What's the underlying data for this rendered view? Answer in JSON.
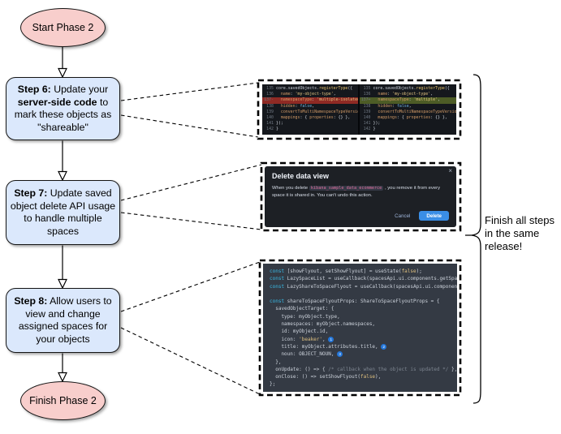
{
  "flowchart": {
    "start": {
      "label": "Start Phase 2"
    },
    "finish": {
      "label": "Finish Phase 2"
    },
    "steps": [
      {
        "runs": [
          {
            "t": "Step 6:",
            "b": true
          },
          {
            "t": " Update your ",
            "b": false
          },
          {
            "t": "server-side code",
            "b": true
          },
          {
            "t": " to mark these objects as \"shareable\"",
            "b": false
          }
        ]
      },
      {
        "runs": [
          {
            "t": "Step 7:",
            "b": true
          },
          {
            "t": " Update saved object delete API usage to handle multiple spaces",
            "b": false
          }
        ]
      },
      {
        "runs": [
          {
            "t": "Step 8:",
            "b": true
          },
          {
            "t": " Allow users to view and change assigned spaces for your objects",
            "b": false
          }
        ]
      }
    ],
    "note_lines": [
      "Finish all steps",
      "in the same",
      "release!"
    ]
  },
  "diff_screenshot": {
    "left": {
      "rows": [
        {
          "num": "135",
          "hl": "",
          "tokens": [
            [
              "core.savedObjects.",
              "pln"
            ],
            [
              "registerType",
              "fn"
            ],
            [
              "({",
              "pln"
            ]
          ]
        },
        {
          "num": "136",
          "hl": "",
          "tokens": [
            [
              "  name",
              "prop"
            ],
            [
              ": ",
              "pln"
            ],
            [
              "'my-object-type'",
              "str"
            ],
            [
              ",",
              "pln"
            ]
          ]
        },
        {
          "num": "137-",
          "hl": "rem",
          "tokens": [
            [
              "  namespaceType",
              "prop"
            ],
            [
              ": ",
              "pln"
            ],
            [
              "'multiple-isolated'",
              "str"
            ],
            [
              ",",
              "pln"
            ]
          ]
        },
        {
          "num": "138",
          "hl": "",
          "tokens": [
            [
              "  hidden",
              "prop"
            ],
            [
              ": ",
              "pln"
            ],
            [
              "false",
              "val"
            ],
            [
              ",",
              "pln"
            ]
          ]
        },
        {
          "num": "139",
          "hl": "",
          "tokens": [
            [
              "  convertToMultiNamespaceTypeVersion:",
              "prop"
            ]
          ]
        },
        {
          "num": "140",
          "hl": "",
          "tokens": [
            [
              "  mappings",
              "prop"
            ],
            [
              ": { ",
              "pln"
            ],
            [
              "properties",
              "prop"
            ],
            [
              ": {} },",
              "pln"
            ]
          ]
        },
        {
          "num": "141",
          "hl": "",
          "tokens": [
            [
              "});",
              "pln"
            ]
          ]
        },
        {
          "num": "142",
          "hl": "",
          "tokens": [
            [
              "}",
              "pln"
            ]
          ]
        }
      ]
    },
    "right": {
      "rows": [
        {
          "num": "135",
          "hl": "",
          "tokens": [
            [
              "core.savedObjects.",
              "pln"
            ],
            [
              "registerType",
              "fn"
            ],
            [
              "({",
              "pln"
            ]
          ]
        },
        {
          "num": "136",
          "hl": "",
          "tokens": [
            [
              "  name",
              "prop"
            ],
            [
              ": ",
              "pln"
            ],
            [
              "'my-object-type'",
              "str"
            ],
            [
              ",",
              "pln"
            ]
          ]
        },
        {
          "num": "137+",
          "hl": "add",
          "tokens": [
            [
              "  namespaceType",
              "prop"
            ],
            [
              ": ",
              "pln"
            ],
            [
              "'multiple'",
              "str"
            ],
            [
              ",",
              "pln"
            ]
          ]
        },
        {
          "num": "138",
          "hl": "",
          "tokens": [
            [
              "  hidden",
              "prop"
            ],
            [
              ": ",
              "pln"
            ],
            [
              "false",
              "val"
            ],
            [
              ",",
              "pln"
            ]
          ]
        },
        {
          "num": "139",
          "hl": "",
          "tokens": [
            [
              "  convertToMultiNamespaceTypeVersion:",
              "prop"
            ]
          ]
        },
        {
          "num": "140",
          "hl": "",
          "tokens": [
            [
              "  mappings",
              "prop"
            ],
            [
              ": { ",
              "pln"
            ],
            [
              "properties",
              "prop"
            ],
            [
              ": {} },",
              "pln"
            ]
          ]
        },
        {
          "num": "141",
          "hl": "",
          "tokens": [
            [
              "});",
              "pln"
            ]
          ]
        },
        {
          "num": "142",
          "hl": "",
          "tokens": [
            [
              "}",
              "pln"
            ]
          ]
        }
      ]
    }
  },
  "dialog_screenshot": {
    "title": "Delete data view",
    "close_icon": "×",
    "body_prefix": "When you delete ",
    "code_chip": "kibana_sample_data_ecommerce",
    "body_suffix": " , you remove it from every space it is shared in. You can't undo this action.",
    "cancel_label": "Cancel",
    "delete_label": "Delete",
    "accent_color": "#3a8ee6"
  },
  "code_screenshot": {
    "lines": [
      [
        [
          "const",
          "kw"
        ],
        [
          " [showFlyout, setShowFlyout] = useState(",
          "pln"
        ],
        [
          "false",
          "str"
        ],
        [
          ");",
          "pln"
        ]
      ],
      [
        [
          "const",
          "kw"
        ],
        [
          " LazySpaceList = useCallback(spacesApi.ui.components.getSpaceLis",
          "pln"
        ]
      ],
      [
        [
          "const",
          "kw"
        ],
        [
          " LazyShareToSpaceFlyout = useCallback(spacesApi.ui.components.ge",
          "pln"
        ]
      ],
      [],
      [
        [
          "const",
          "kw"
        ],
        [
          " shareToSpaceFlyoutProps: ShareToSpaceFlyoutProps = {",
          "pln"
        ]
      ],
      [
        [
          "  savedObjectTarget: {",
          "pln"
        ]
      ],
      [
        [
          "    type: myObject.type,",
          "pln"
        ]
      ],
      [
        [
          "    namespaces: myObject.namespaces,",
          "pln"
        ]
      ],
      [
        [
          "    id: myObject.id,",
          "pln"
        ]
      ],
      [
        [
          "    icon: ",
          "pln"
        ],
        [
          "'beaker'",
          "str"
        ],
        [
          ", ",
          "pln"
        ],
        [
          "1",
          "badge"
        ]
      ],
      [
        [
          "    title: myObject.attributes.title, ",
          "pln"
        ],
        [
          "2",
          "badge"
        ]
      ],
      [
        [
          "    noun: OBJECT_NOUN, ",
          "pln"
        ],
        [
          "3",
          "badge"
        ]
      ],
      [
        [
          "  },",
          "pln"
        ]
      ],
      [
        [
          "  onUpdate: () => { ",
          "pln"
        ],
        [
          "/* callback when the object is updated */",
          "com"
        ],
        [
          " },",
          "pln"
        ]
      ],
      [
        [
          "  onClose: () => setShowFlyout(",
          "pln"
        ],
        [
          "false",
          "str"
        ],
        [
          "),",
          "pln"
        ]
      ],
      [
        [
          "};",
          "pln"
        ]
      ]
    ]
  }
}
